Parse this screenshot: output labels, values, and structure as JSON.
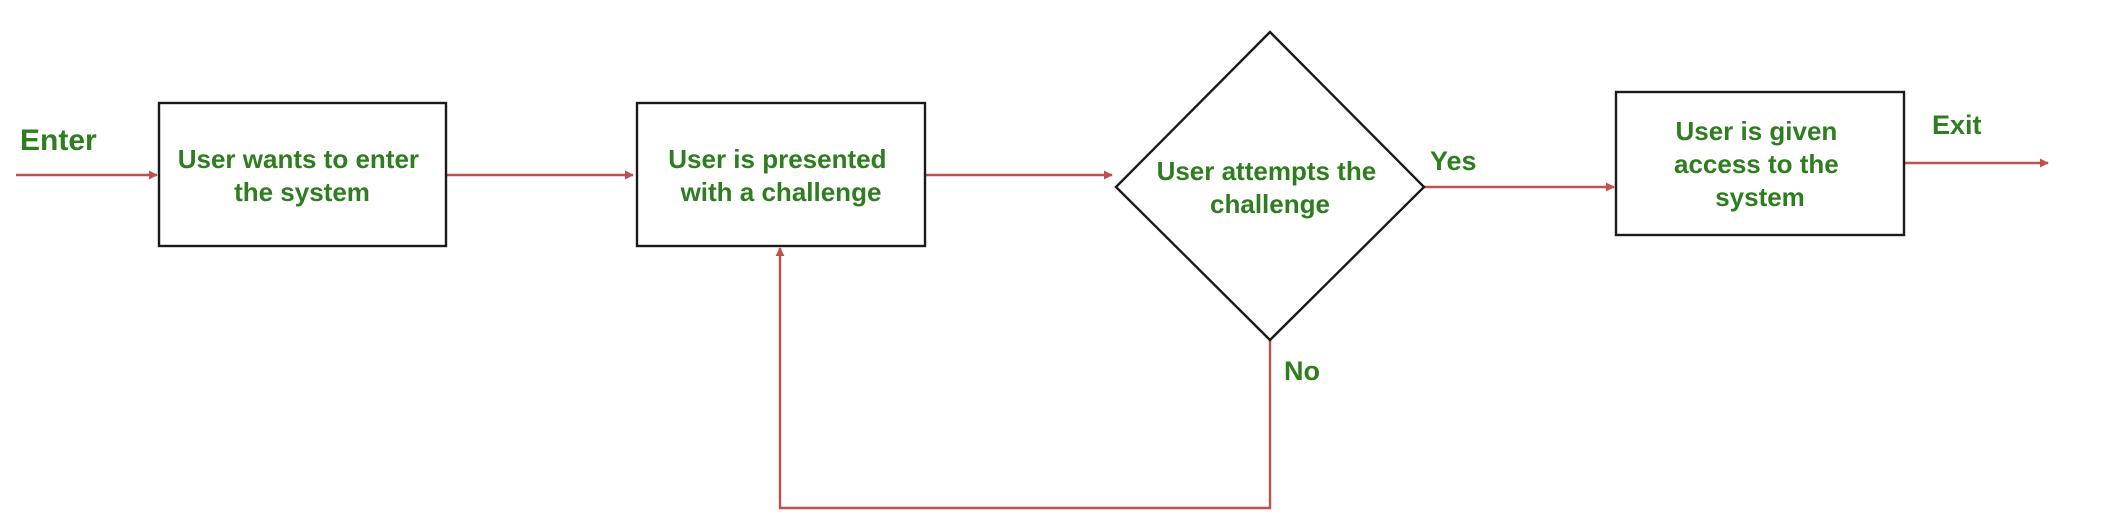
{
  "colors": {
    "text": "#2e7d1f",
    "arrow": "#c0504d",
    "border": "#1a1a1a",
    "background": "#ffffff"
  },
  "labels": {
    "enter": "Enter",
    "exit": "Exit",
    "yes": "Yes",
    "no": "No"
  },
  "nodes": {
    "start": {
      "lines": [
        "User wants to enter",
        "the system"
      ]
    },
    "challenge": {
      "lines": [
        "User is presented",
        "with a challenge"
      ]
    },
    "attempt": {
      "lines": [
        "User attempts the",
        "challenge"
      ]
    },
    "access": {
      "lines": [
        "User is given",
        "access to the",
        "system"
      ]
    }
  }
}
